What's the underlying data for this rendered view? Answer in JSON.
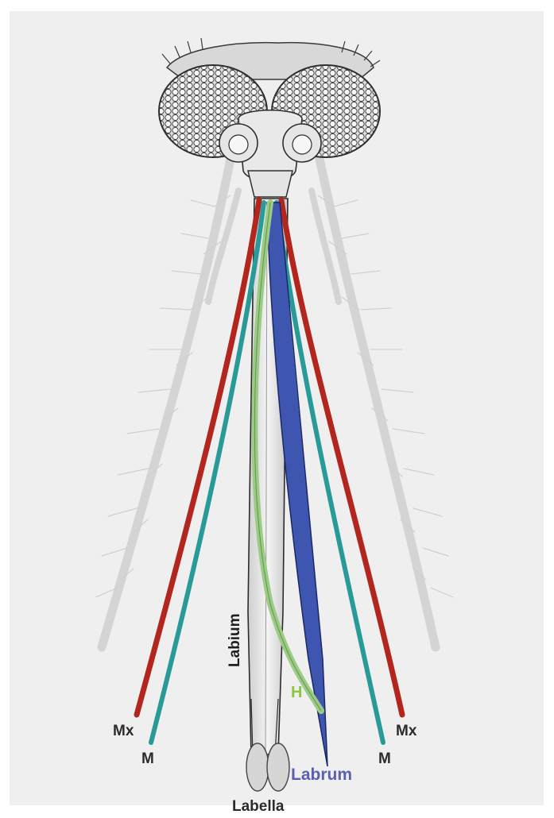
{
  "labels": {
    "mx_left": "Mx",
    "m_left": "M",
    "labium": "Labium",
    "h": "H",
    "labrum": "Labrum",
    "m_right": "M",
    "mx_right": "Mx",
    "labella": "Labella"
  },
  "colors": {
    "background": "#efefef",
    "maxilla": "#b3261e",
    "mandible": "#2a9a98",
    "hypopharynx": "#9ccb86",
    "labrum": "#3f56b0",
    "labium": "#e4e4e4",
    "antenna": "#d6d6d6"
  }
}
